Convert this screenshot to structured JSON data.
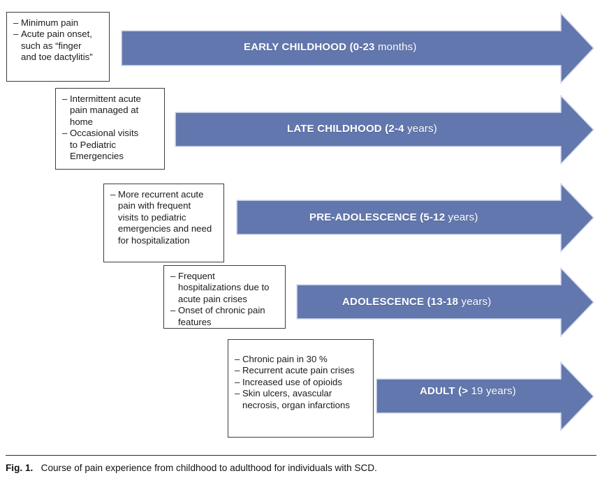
{
  "figure": {
    "caption_label": "Fig. 1.",
    "caption_text": "Course of pain experience from childhood to adulthood for individuals with SCD.",
    "arrow_color": "#6277AD",
    "arrow_edge_color": "#3b4f86",
    "box_border_color": "#3c3c3c",
    "label_color": "#ffffff"
  },
  "stages": [
    {
      "id": "early-childhood",
      "name_bold": "EARLY CHILDHOOD",
      "name_paren": "(0-23",
      "name_unit": "months)",
      "full_label": "EARLY CHILDHOOD (0-23 months)",
      "bullets": [
        "Minimum pain",
        "Acute pain onset, such as “finger and toe dactylitis”"
      ],
      "bullet_lines": [
        [
          "Minimum pain"
        ],
        [
          "Acute pain onset,",
          "such as “finger",
          "and toe dactylitis”"
        ]
      ]
    },
    {
      "id": "late-childhood",
      "name_bold": "LATE CHILDHOOD",
      "name_paren": "(2-4",
      "name_unit": "years)",
      "full_label": "LATE CHILDHOOD (2-4 years)",
      "bullets": [
        "Intermittent acute pain managed at home",
        "Occasional visits to Pediatric Emergencies"
      ],
      "bullet_lines": [
        [
          "Intermittent acute",
          "pain managed at",
          "home"
        ],
        [
          "Occasional visits",
          "to Pediatric",
          "Emergencies"
        ]
      ]
    },
    {
      "id": "pre-adolescence",
      "name_bold": "PRE-ADOLESCENCE",
      "name_paren": "(5-12",
      "name_unit": "years)",
      "full_label": "PRE-ADOLESCENCE (5-12 years)",
      "bullets": [
        "More recurrent acute pain with frequent visits to pediatric emergencies and need for hospitalization"
      ],
      "bullet_lines": [
        [
          "More recurrent acute",
          "pain with frequent",
          "visits to pediatric",
          "emergencies and need",
          "for hospitalization"
        ]
      ]
    },
    {
      "id": "adolescence",
      "name_bold": "ADOLESCENCE",
      "name_paren": "(13-18",
      "name_unit": "years)",
      "full_label": "ADOLESCENCE (13-18 years)",
      "bullets": [
        "Frequent hospitalizations due to acute pain crises",
        "Onset of chronic pain features"
      ],
      "bullet_lines": [
        [
          "Frequent",
          "hospitalizations due to",
          "acute pain crises"
        ],
        [
          "Onset of chronic pain",
          "features"
        ]
      ]
    },
    {
      "id": "adult",
      "name_bold": "ADULT",
      "name_paren": "(>",
      "name_unit": "19 years)",
      "full_label": "ADULT (> 19 years)",
      "bullets": [
        "Chronic pain in 30 %",
        "Recurrent acute pain crises",
        "Increased use of opioids",
        "Skin ulcers, avascular necrosis, organ infarctions"
      ],
      "bullet_lines": [
        [
          "Chronic pain in 30 %"
        ],
        [
          "Recurrent acute pain crises"
        ],
        [
          "Increased use of opioids"
        ],
        [
          "Skin ulcers, avascular",
          "necrosis, organ infarctions"
        ]
      ]
    }
  ]
}
